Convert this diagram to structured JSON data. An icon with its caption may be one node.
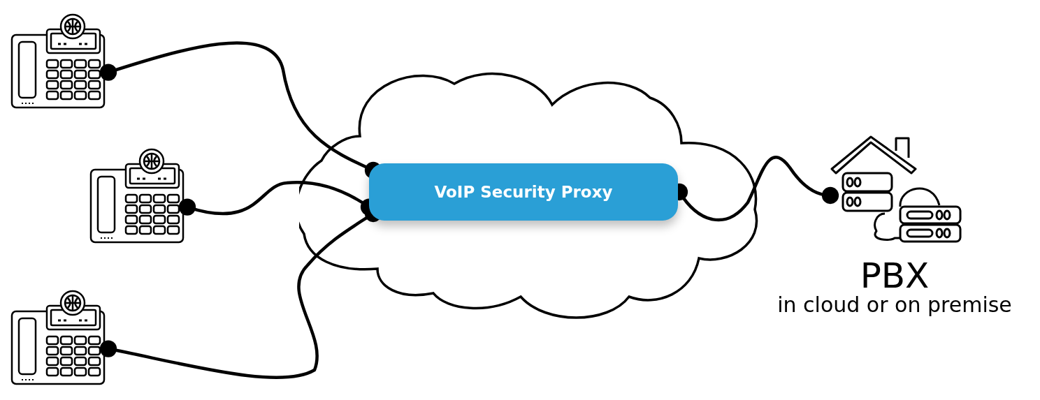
{
  "diagram": {
    "nodes": [
      {
        "text": [],
        "shape": "phone"
      },
      {
        "text": [],
        "shape": "phone"
      },
      {
        "text": [],
        "shape": "phone"
      },
      {
        "text": [],
        "shape": "cloud"
      },
      {
        "text": [
          "VoIP Security Proxy"
        ],
        "in": 3
      },
      {
        "text": [
          "PBX",
          "in cloud or on premise"
        ]
      }
    ],
    "edges": [
      {
        "from": 0,
        "to": 4,
        "arrow": "other"
      },
      {
        "from": 1,
        "to": 4,
        "arrow": "other"
      },
      {
        "from": 2,
        "to": 4,
        "arrow": "other"
      },
      {
        "from": 4,
        "to": 5,
        "arrow": "other"
      }
    ]
  }
}
